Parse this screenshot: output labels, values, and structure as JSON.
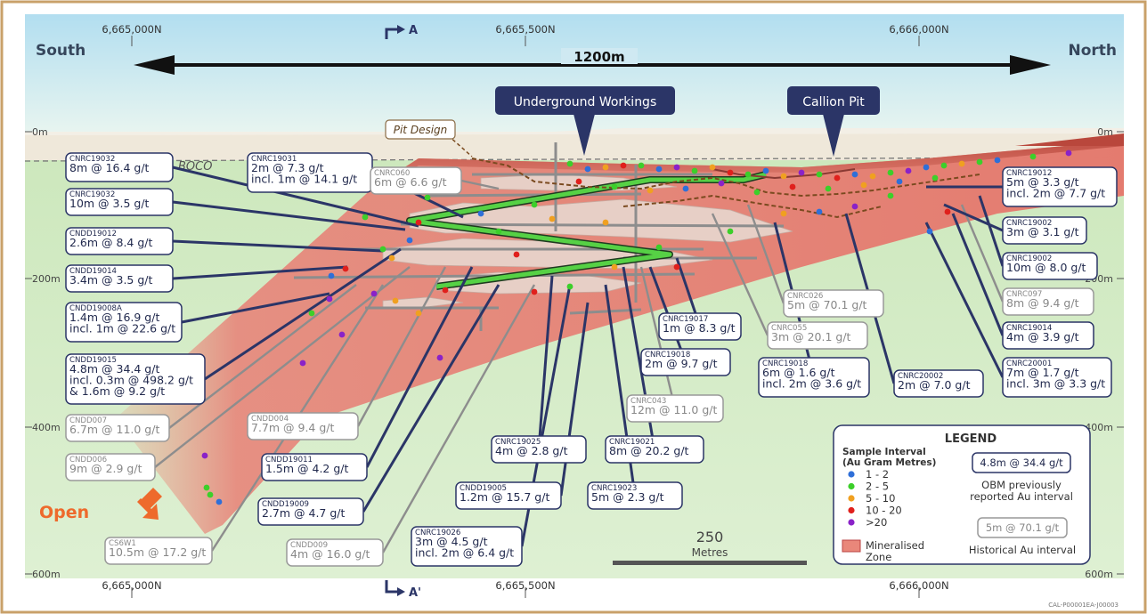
{
  "header": {
    "south": "South",
    "north": "North",
    "scale_length": "1200m",
    "section_start": "A",
    "section_end": "A'"
  },
  "northings": {
    "top": [
      "6,665,000N",
      "6,665,500N",
      "6,666,000N"
    ],
    "bottom": [
      "6,665,000N",
      "6,665,500N",
      "6,666,000N"
    ]
  },
  "depths": {
    "left": [
      "0m",
      "200m",
      "400m",
      "600m"
    ],
    "right": [
      "0m",
      "200m",
      "400m",
      "600m"
    ]
  },
  "callouts": {
    "underground": "Underground Workings",
    "pit": "Callion Pit",
    "pit_design": "Pit Design",
    "boco": "BOCO",
    "open": "Open"
  },
  "intercepts": [
    {
      "id": "CNRC19032",
      "lines": [
        "8m @ 16.4 g/t"
      ],
      "style": "new"
    },
    {
      "id": "CNRC19031",
      "lines": [
        "2m @ 7.3 g/t",
        "incl. 1m @ 14.1 g/t"
      ],
      "style": "new"
    },
    {
      "id": "CNRC060",
      "lines": [
        "6m @ 6.6 g/t"
      ],
      "style": "old"
    },
    {
      "id": "CNRC19032",
      "lines": [
        "10m @ 3.5 g/t"
      ],
      "style": "new"
    },
    {
      "id": "CNDD19012",
      "lines": [
        "2.6m @ 8.4 g/t"
      ],
      "style": "new"
    },
    {
      "id": "CNDD19014",
      "lines": [
        "3.4m @ 3.5 g/t"
      ],
      "style": "new"
    },
    {
      "id": "CNDD19008A",
      "lines": [
        "1.4m @ 16.9 g/t",
        "incl. 1m @ 22.6 g/t"
      ],
      "style": "new"
    },
    {
      "id": "CNDD19015",
      "lines": [
        "4.8m @ 34.4 g/t",
        "incl. 0.3m @ 498.2 g/t",
        "& 1.6m @ 9.2 g/t"
      ],
      "style": "new"
    },
    {
      "id": "CNDD007",
      "lines": [
        "6.7m @ 11.0 g/t"
      ],
      "style": "old"
    },
    {
      "id": "CNDD006",
      "lines": [
        "9m @ 2.9 g/t"
      ],
      "style": "old"
    },
    {
      "id": "CNDD004",
      "lines": [
        "7.7m @ 9.4 g/t"
      ],
      "style": "old"
    },
    {
      "id": "CNDD19011",
      "lines": [
        "1.5m @ 4.2 g/t"
      ],
      "style": "new"
    },
    {
      "id": "CNDD19009",
      "lines": [
        "2.7m @ 4.7 g/t"
      ],
      "style": "new"
    },
    {
      "id": "CNDD009",
      "lines": [
        "4m @ 16.0 g/t"
      ],
      "style": "old"
    },
    {
      "id": "CS6W1",
      "lines": [
        "10.5m @ 17.2 g/t"
      ],
      "style": "old"
    },
    {
      "id": "CNRC19026",
      "lines": [
        "3m @ 4.5 g/t",
        "incl. 2m @ 6.4 g/t"
      ],
      "style": "new"
    },
    {
      "id": "CNDD19005",
      "lines": [
        "1.2m @ 15.7 g/t"
      ],
      "style": "new"
    },
    {
      "id": "CNRC19025",
      "lines": [
        "4m @ 2.8 g/t"
      ],
      "style": "new"
    },
    {
      "id": "CNRC19023",
      "lines": [
        "5m @ 2.3 g/t"
      ],
      "style": "new"
    },
    {
      "id": "CNRC19021",
      "lines": [
        "8m @ 20.2 g/t"
      ],
      "style": "new"
    },
    {
      "id": "CNRC043",
      "lines": [
        "12m @ 11.0 g/t"
      ],
      "style": "old"
    },
    {
      "id": "CNRC19018",
      "lines": [
        "2m @ 9.7 g/t"
      ],
      "style": "new"
    },
    {
      "id": "CNRC19017",
      "lines": [
        "1m @ 8.3 g/t"
      ],
      "style": "new"
    },
    {
      "id": "CNRC055",
      "lines": [
        "3m @ 20.1 g/t"
      ],
      "style": "old"
    },
    {
      "id": "CNRC026",
      "lines": [
        "5m @ 70.1 g/t"
      ],
      "style": "old"
    },
    {
      "id": "CNRC19018",
      "lines": [
        "6m @ 1.6 g/t",
        "incl. 2m @ 3.6 g/t"
      ],
      "style": "new"
    },
    {
      "id": "CNRC20002",
      "lines": [
        "2m @ 7.0 g/t"
      ],
      "style": "new"
    },
    {
      "id": "CNRC20001",
      "lines": [
        "7m @ 1.7 g/t",
        "incl. 3m @ 3.3 g/t"
      ],
      "style": "new"
    },
    {
      "id": "CNRC19014",
      "lines": [
        "4m @ 3.9 g/t"
      ],
      "style": "new"
    },
    {
      "id": "CNRC097",
      "lines": [
        "8m @ 9.4 g/t"
      ],
      "style": "old"
    },
    {
      "id": "CNRC19002",
      "lines": [
        "10m @ 8.0 g/t"
      ],
      "style": "new"
    },
    {
      "id": "CNRC19002",
      "lines": [
        "3m @ 3.1 g/t"
      ],
      "style": "new"
    },
    {
      "id": "CNRC19012",
      "lines": [
        "5m @ 3.3 g/t",
        "incl. 2m @ 7.7 g/t"
      ],
      "style": "new"
    }
  ],
  "scale_bar": {
    "value": "250",
    "unit": "Metres"
  },
  "legend": {
    "title": "LEGEND",
    "interval_title": [
      "Sample Interval",
      "(Au Gram Metres)"
    ],
    "classes": [
      {
        "label": "1 - 2",
        "color": "#2f6fd8"
      },
      {
        "label": "2 - 5",
        "color": "#3ccf2a"
      },
      {
        "label": "5 - 10",
        "color": "#f0a020"
      },
      {
        "label": "10 - 20",
        "color": "#e0201c"
      },
      {
        "label": ">20",
        "color": "#8a22c8"
      }
    ],
    "zone_label": [
      "Mineralised",
      "Zone"
    ],
    "obm_example": "4.8m @ 34.4 g/t",
    "obm_caption": [
      "OBM previously",
      "reported Au interval"
    ],
    "hist_example": "5m @ 70.1 g/t",
    "hist_caption": "Historical Au interval"
  },
  "drawing_code": "CAL-P00001EA-J00003",
  "colors": {
    "frame": "#c9a16a",
    "sky_top": "#b4dfee",
    "ground": "#d3ebc0",
    "mineral_zone": "#e9877a",
    "callout": "#2b3567",
    "open_text": "#ee6a2c",
    "label_new": "#222a4e",
    "label_old": "#888888"
  }
}
